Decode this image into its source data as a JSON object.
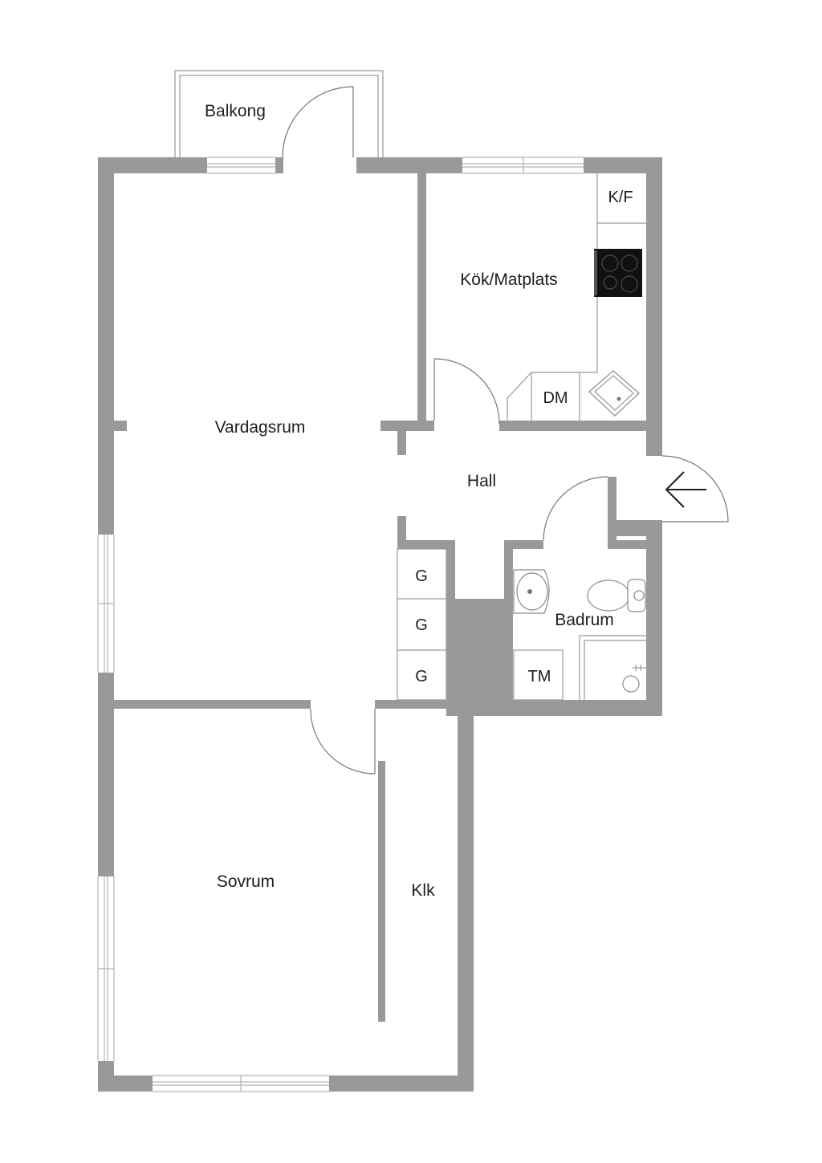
{
  "rooms": {
    "balcony": "Balkong",
    "kitchen": "Kök/Matplats",
    "fridge_freezer": "K/F",
    "dishwasher": "DM",
    "living_room": "Vardagsrum",
    "hall": "Hall",
    "wardrobe_1": "G",
    "wardrobe_2": "G",
    "wardrobe_3": "G",
    "bathroom": "Badrum",
    "washing_machine": "TM",
    "bedroom": "Sovrum",
    "walk_in_closet": "Klk"
  },
  "icons": {
    "entrance": "entrance-arrow-icon",
    "stove": "stove-icon",
    "sink": "kitchen-sink-icon",
    "washbasin": "washbasin-icon",
    "toilet": "toilet-icon",
    "shower": "shower-icon"
  },
  "colors": {
    "wall": "#999999",
    "background": "#ffffff",
    "text": "#1e1e1e"
  }
}
